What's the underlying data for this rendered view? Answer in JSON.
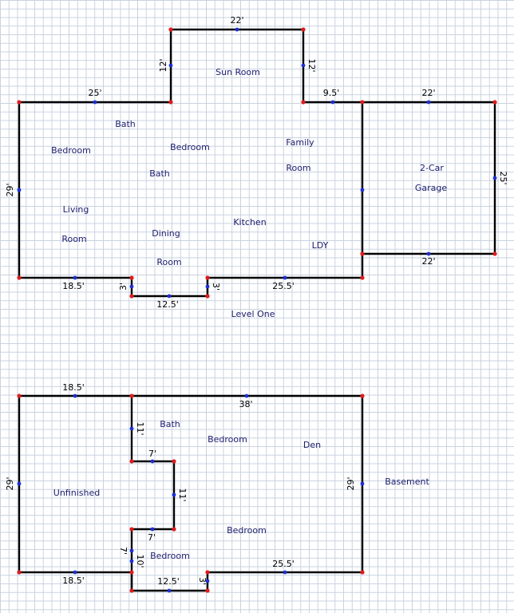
{
  "level_one": {
    "title": "Level One",
    "dims": {
      "sun_top": "22'",
      "sun_left": "12'",
      "sun_right": "12'",
      "top_left": "25'",
      "top_mid": "9.5'",
      "garage_top": "22'",
      "garage_right": "25'",
      "garage_bottom": "22'",
      "left": "29'",
      "bottom_left": "18.5'",
      "notch_left": "3'",
      "notch_bottom": "12.5'",
      "notch_right": "3'",
      "bottom_right": "25.5'"
    },
    "rooms": {
      "sun_room": "Sun Room",
      "bath_top": "Bath",
      "bedroom_left": "Bedroom",
      "bedroom_center": "Bedroom",
      "family": "Family",
      "family_room": "Room",
      "bath_center": "Bath",
      "living": "Living",
      "living_room": "Room",
      "dining": "Dining",
      "dining_room": "Room",
      "kitchen": "Kitchen",
      "ldy": "LDY",
      "garage_1": "2-Car",
      "garage_2": "Garage"
    }
  },
  "basement": {
    "title": "Basement",
    "dims": {
      "top_left": "18.5'",
      "top_right": "38'",
      "left": "29'",
      "right": "29'",
      "step_upper_vert": "11'",
      "step_upper_horz": "7'",
      "step_mid_vert": "11'",
      "step_lower_horz": "7'",
      "step_lower_vert_a": "7'",
      "step_lower_vert_b": "10'",
      "bottom_left": "18.5'",
      "notch_bottom": "12.5'",
      "notch_right": "3'",
      "bottom_right": "25.5'"
    },
    "rooms": {
      "bath": "Bath",
      "bedroom_top": "Bedroom",
      "den": "Den",
      "unfinished": "Unfinished",
      "bedroom_mid": "Bedroom",
      "bedroom_bottom": "Bedroom"
    }
  },
  "colors": {
    "wall": "#000000",
    "corner_dot": "#e01b1b",
    "midpoint_dot": "#1b2fd6",
    "room_text": "#1c1c6e",
    "grid": "#c9d2e0"
  }
}
